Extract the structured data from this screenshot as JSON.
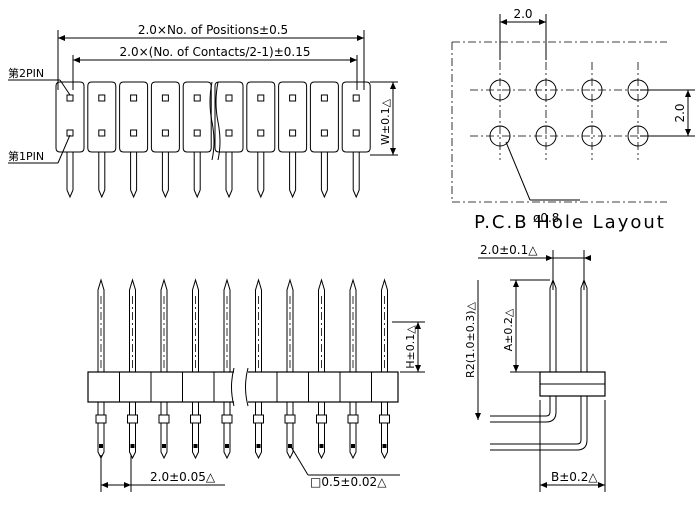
{
  "labels": {
    "top_dim_positions": "2.0×No. of Positions±0.5",
    "top_dim_contacts": "2.0×(No. of Contacts/2-1)±0.15",
    "pin2": "第2PIN",
    "pin1": "第1PIN",
    "w_dim": "W±0.1△",
    "pcb_pitch_h": "2.0",
    "pcb_pitch_v": "2.0",
    "hole_dia": "ø0.8",
    "pcb_title": "P.C.B Hole Layout",
    "h_dim": "H±0.1△",
    "pitch_tol": "2.0±0.05△",
    "pin_size": "□0.5±0.02△",
    "side_pitch": "2.0±0.1△",
    "a_dim": "A±0.2△",
    "r2_dim": "R2(1.0±0.3)△",
    "b_dim": "B±0.2△"
  },
  "pins_per_row": 10,
  "pcb_grid": {
    "cols": 4,
    "rows": 2
  }
}
